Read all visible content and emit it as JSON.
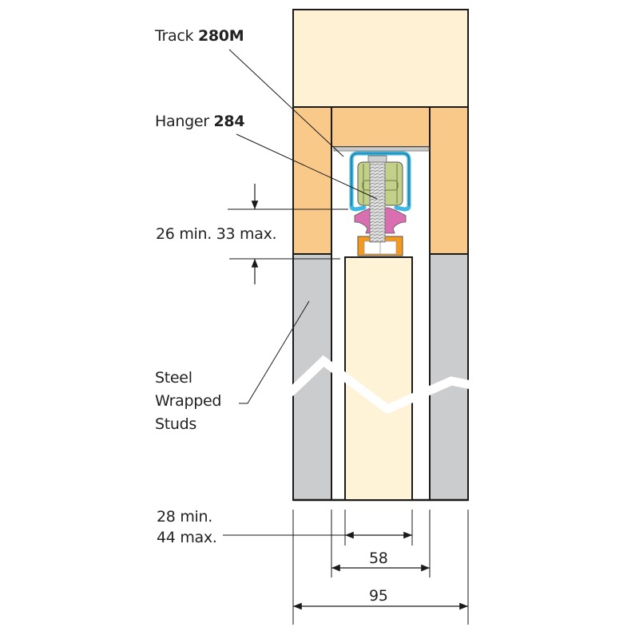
{
  "labels": {
    "track": {
      "prefix": "Track",
      "code": "280M"
    },
    "hanger": {
      "prefix": "Hanger",
      "code": "284"
    },
    "gap_dimension": "26 min.  33 max.",
    "studs": [
      "Steel",
      "Wrapped",
      "Studs"
    ],
    "door_thickness": [
      "28 min.",
      "44 max."
    ]
  },
  "dimensions": {
    "inner_width": "58",
    "overall_width": "95"
  },
  "colors": {
    "header_beam": "#fef1d4",
    "timber_frame": "#f9c98a",
    "steel_stud": "#cbcccd",
    "door_panel": "#fef3d7",
    "track": "#3db7e4",
    "hanger_body": "#c2d08a",
    "bolt": "#d8d8d8",
    "bumper": "#d96fb0",
    "bracket": "#f39a1e",
    "outline": "#1a1a1a"
  }
}
